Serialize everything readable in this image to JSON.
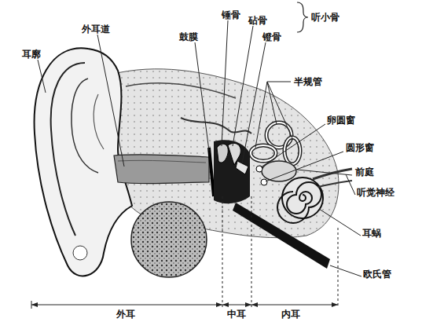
{
  "diagram": {
    "labels": [
      "耳廓",
      "外耳道",
      "鼓膜",
      "锤骨",
      "砧骨",
      "镫骨",
      "听小骨",
      "半规管",
      "卵圆窗",
      "圆形窗",
      "前庭",
      "听觉神经",
      "耳蜗",
      "欧氏管",
      "外耳",
      "中耳",
      "内耳"
    ]
  }
}
